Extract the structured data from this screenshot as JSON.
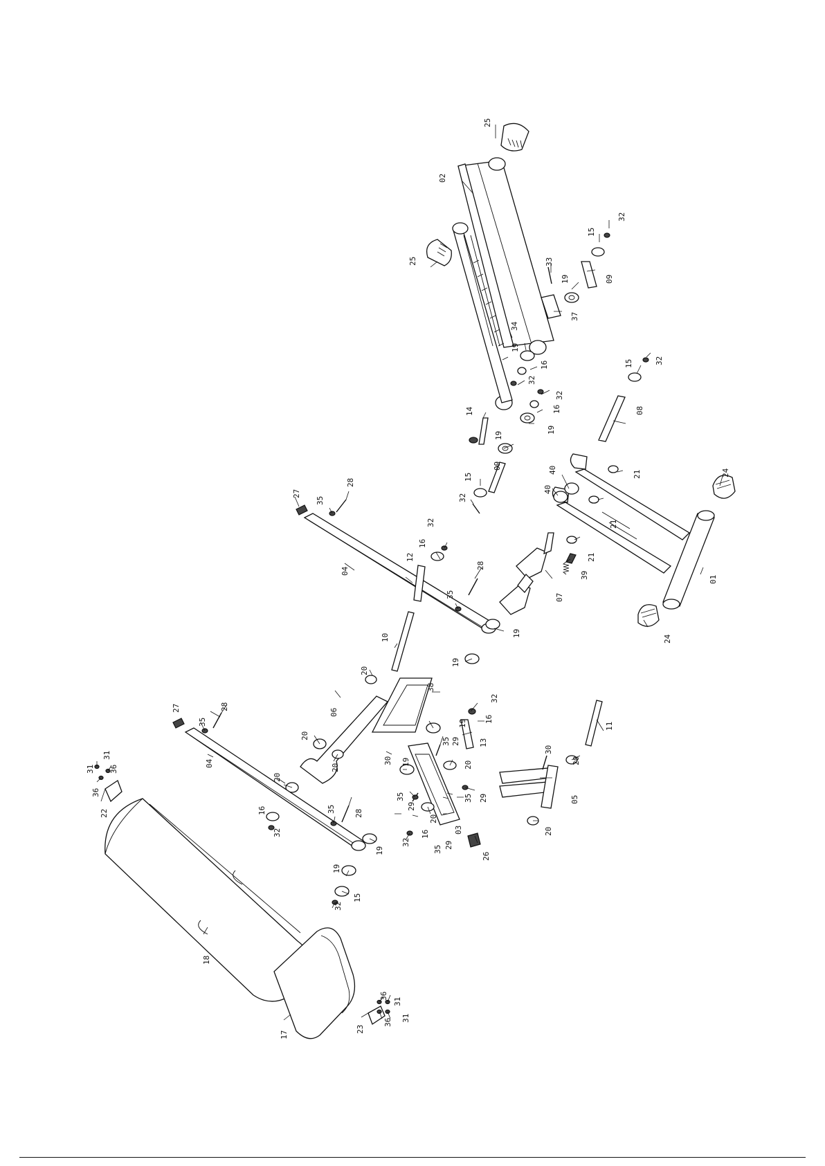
{
  "callouts": [
    {
      "id": "c25a",
      "text": "25"
    },
    {
      "id": "c02",
      "text": "02"
    },
    {
      "id": "c25b",
      "text": "25"
    },
    {
      "id": "c32a",
      "text": "32"
    },
    {
      "id": "c15a",
      "text": "15"
    },
    {
      "id": "c33",
      "text": "33"
    },
    {
      "id": "c09a",
      "text": "09"
    },
    {
      "id": "c19a",
      "text": "19"
    },
    {
      "id": "c37",
      "text": "37"
    },
    {
      "id": "c34",
      "text": "34"
    },
    {
      "id": "c19b",
      "text": "19"
    },
    {
      "id": "c16a",
      "text": "16"
    },
    {
      "id": "c32b",
      "text": "32"
    },
    {
      "id": "c32c",
      "text": "32"
    },
    {
      "id": "c16b",
      "text": "16"
    },
    {
      "id": "c19c",
      "text": "19"
    },
    {
      "id": "c15b",
      "text": "15"
    },
    {
      "id": "c32d",
      "text": "32"
    },
    {
      "id": "c08",
      "text": "08"
    },
    {
      "id": "c14",
      "text": "14"
    },
    {
      "id": "c19d",
      "text": "19"
    },
    {
      "id": "c09b",
      "text": "09"
    },
    {
      "id": "c15c",
      "text": "15"
    },
    {
      "id": "c32e",
      "text": "32"
    },
    {
      "id": "c40a",
      "text": "40"
    },
    {
      "id": "c40b",
      "text": "40"
    },
    {
      "id": "c21a",
      "text": "21"
    },
    {
      "id": "c21b",
      "text": "21"
    },
    {
      "id": "c21c",
      "text": "21"
    },
    {
      "id": "c24a",
      "text": "24"
    },
    {
      "id": "c01",
      "text": "01"
    },
    {
      "id": "c39",
      "text": "39"
    },
    {
      "id": "c07",
      "text": "07"
    },
    {
      "id": "c24b",
      "text": "24"
    },
    {
      "id": "c27a",
      "text": "27"
    },
    {
      "id": "c35a",
      "text": "35"
    },
    {
      "id": "c28a",
      "text": "28"
    },
    {
      "id": "c16c",
      "text": "16"
    },
    {
      "id": "c32f",
      "text": "32"
    },
    {
      "id": "c12",
      "text": "12"
    },
    {
      "id": "c04a",
      "text": "04"
    },
    {
      "id": "c28b",
      "text": "28"
    },
    {
      "id": "c35b",
      "text": "35"
    },
    {
      "id": "c19e",
      "text": "19"
    },
    {
      "id": "c19f",
      "text": "19"
    },
    {
      "id": "c10",
      "text": "10"
    },
    {
      "id": "c20a",
      "text": "20"
    },
    {
      "id": "c38",
      "text": "38"
    },
    {
      "id": "c32g",
      "text": "32"
    },
    {
      "id": "c16d",
      "text": "16"
    },
    {
      "id": "c11",
      "text": "11"
    },
    {
      "id": "c19g",
      "text": "19"
    },
    {
      "id": "c13",
      "text": "13"
    },
    {
      "id": "c29a",
      "text": "29"
    },
    {
      "id": "c35c",
      "text": "35"
    },
    {
      "id": "c30a",
      "text": "30"
    },
    {
      "id": "c20b",
      "text": "20"
    },
    {
      "id": "c30b",
      "text": "30"
    },
    {
      "id": "c19h",
      "text": "19"
    },
    {
      "id": "c20c",
      "text": "20"
    },
    {
      "id": "c06",
      "text": "06"
    },
    {
      "id": "c20d",
      "text": "20"
    },
    {
      "id": "c20e",
      "text": "20"
    },
    {
      "id": "c27b",
      "text": "27"
    },
    {
      "id": "c35d",
      "text": "35"
    },
    {
      "id": "c28c",
      "text": "28"
    },
    {
      "id": "c04b",
      "text": "04"
    },
    {
      "id": "c20f",
      "text": "20"
    },
    {
      "id": "c35e",
      "text": "35"
    },
    {
      "id": "c29b",
      "text": "29"
    },
    {
      "id": "c35f",
      "text": "35"
    },
    {
      "id": "c29c",
      "text": "29"
    },
    {
      "id": "c05",
      "text": "05"
    },
    {
      "id": "c20g",
      "text": "20"
    },
    {
      "id": "c20h",
      "text": "20"
    },
    {
      "id": "c32h",
      "text": "32"
    },
    {
      "id": "c16e",
      "text": "16"
    },
    {
      "id": "c35g",
      "text": "35"
    },
    {
      "id": "c29d",
      "text": "29"
    },
    {
      "id": "c03",
      "text": "03"
    },
    {
      "id": "c26",
      "text": "26"
    },
    {
      "id": "c31a",
      "text": "31"
    },
    {
      "id": "c31b",
      "text": "31"
    },
    {
      "id": "c36a",
      "text": "36"
    },
    {
      "id": "c36b",
      "text": "36"
    },
    {
      "id": "c22",
      "text": "22"
    },
    {
      "id": "c16f",
      "text": "16"
    },
    {
      "id": "c32i",
      "text": "32"
    },
    {
      "id": "c35h",
      "text": "35"
    },
    {
      "id": "c28d",
      "text": "28"
    },
    {
      "id": "c19i",
      "text": "19"
    },
    {
      "id": "c19j",
      "text": "19"
    },
    {
      "id": "c15d",
      "text": "15"
    },
    {
      "id": "c32j",
      "text": "32"
    },
    {
      "id": "c18",
      "text": "18"
    },
    {
      "id": "c17",
      "text": "17"
    },
    {
      "id": "c23",
      "text": "23"
    },
    {
      "id": "c36c",
      "text": "36"
    },
    {
      "id": "c31c",
      "text": "31"
    },
    {
      "id": "c36d",
      "text": "36"
    },
    {
      "id": "c31d",
      "text": "31"
    }
  ]
}
